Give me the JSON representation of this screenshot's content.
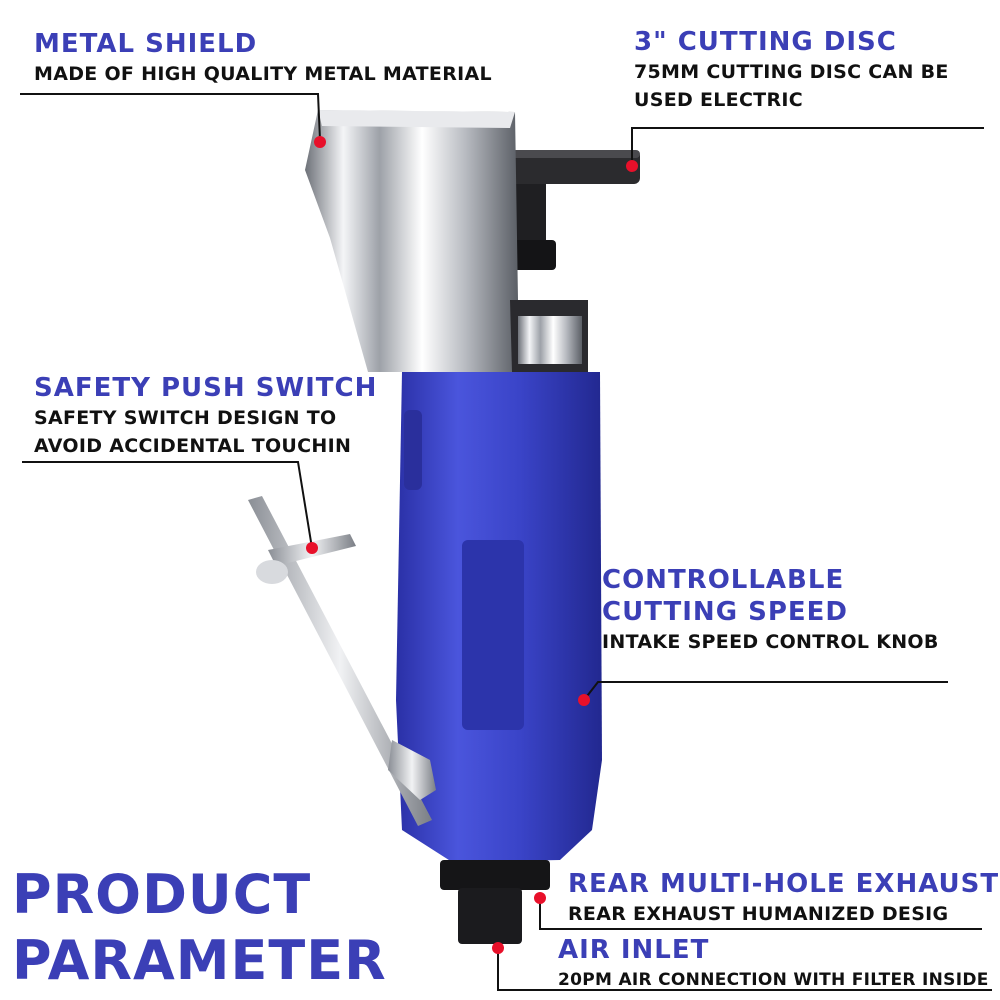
{
  "callouts": {
    "metal_shield": {
      "title": "METAL SHIELD",
      "desc": [
        "MADE OF HIGH QUALITY METAL MATERIAL"
      ]
    },
    "cutting_disc": {
      "title": "3\" CUTTING DISC",
      "desc": [
        "75MM CUTTING DISC CAN BE",
        "USED ELECTRIC"
      ]
    },
    "safety_switch": {
      "title": "SAFETY PUSH SWITCH",
      "desc": [
        "SAFETY SWITCH DESIGN TO",
        "AVOID ACCIDENTAL TOUCHIN"
      ]
    },
    "cutting_speed": {
      "title": [
        "CONTROLLABLE",
        "CUTTING SPEED"
      ],
      "desc": [
        "INTAKE SPEED CONTROL KNOB"
      ]
    },
    "rear_exhaust": {
      "title": "REAR MULTI-HOLE EXHAUST",
      "desc": [
        "REAR EXHAUST HUMANIZED DESIG"
      ]
    },
    "air_inlet": {
      "title": "AIR INLET",
      "desc": [
        "20PM AIR CONNECTION WITH FILTER INSIDE"
      ]
    }
  },
  "heading": [
    "PRODUCT",
    "PARAMETER"
  ],
  "colors": {
    "accent": "#3b3fb6",
    "body_blue": "#3a44c8",
    "marker": "#e8102a",
    "chrome": "#c9ccd2"
  }
}
